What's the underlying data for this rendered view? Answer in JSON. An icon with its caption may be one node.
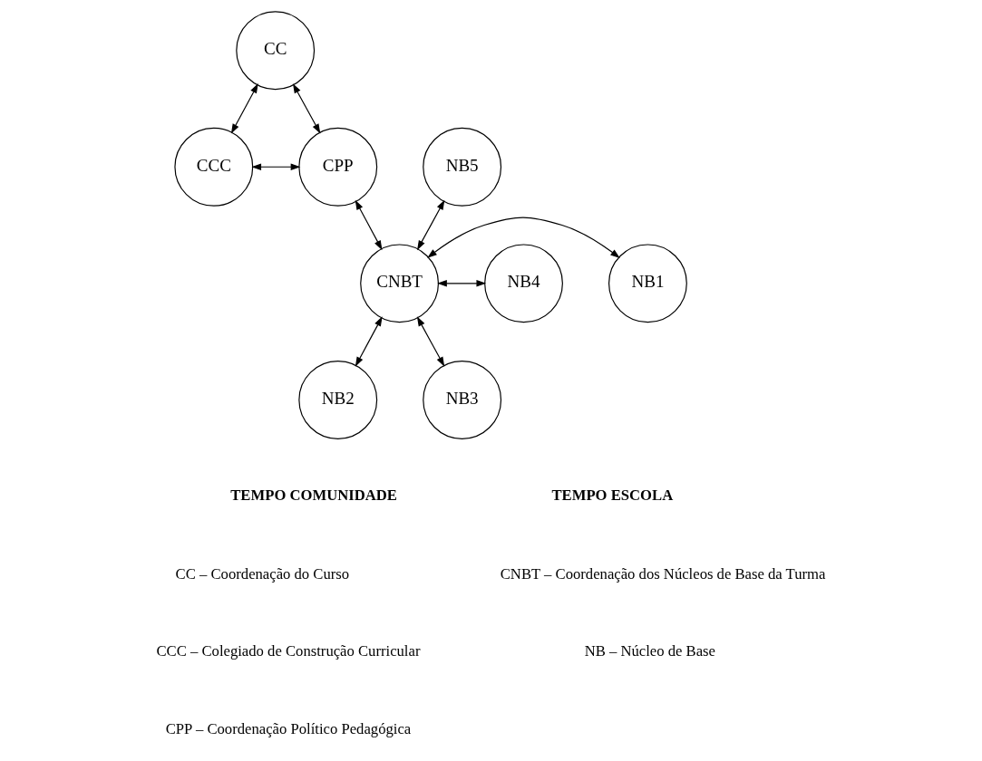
{
  "diagram": {
    "nodes": [
      {
        "text": [
          "CC"
        ]
      },
      {
        "text": [
          "CCC"
        ]
      },
      {
        "text": [
          "CPP"
        ]
      },
      {
        "text": [
          "NB5"
        ]
      },
      {
        "text": [
          "CNBT"
        ]
      },
      {
        "text": [
          "NB1"
        ]
      },
      {
        "text": [
          "NB4"
        ]
      },
      {
        "text": [
          "NB2"
        ]
      },
      {
        "text": [
          "NB3"
        ]
      }
    ],
    "edges": [
      {
        "from": 0,
        "to": 1,
        "arrow": "both"
      },
      {
        "from": 0,
        "to": 2,
        "arrow": "both"
      },
      {
        "from": 1,
        "to": 2,
        "arrow": "both"
      },
      {
        "from": 2,
        "to": 4,
        "arrow": "both"
      },
      {
        "from": 3,
        "to": 4,
        "arrow": "both"
      },
      {
        "from": 4,
        "to": 5,
        "arrow": "both"
      },
      {
        "from": 4,
        "to": 6,
        "arrow": "both"
      },
      {
        "from": 4,
        "to": 7,
        "arrow": "both"
      },
      {
        "from": 4,
        "to": 8,
        "arrow": "both"
      }
    ],
    "labels": [
      "TEMPO COMUNIDADE",
      "TEMPO ESCOLA",
      "CC – Coordenação do Curso",
      "CNBT – Coordenação dos Núcleos de Base da Turma",
      "CCC – Colegiado de Construção Curricular",
      "NB – Núcleo de Base",
      "CPP – Coordenação Político Pedagógica"
    ]
  }
}
